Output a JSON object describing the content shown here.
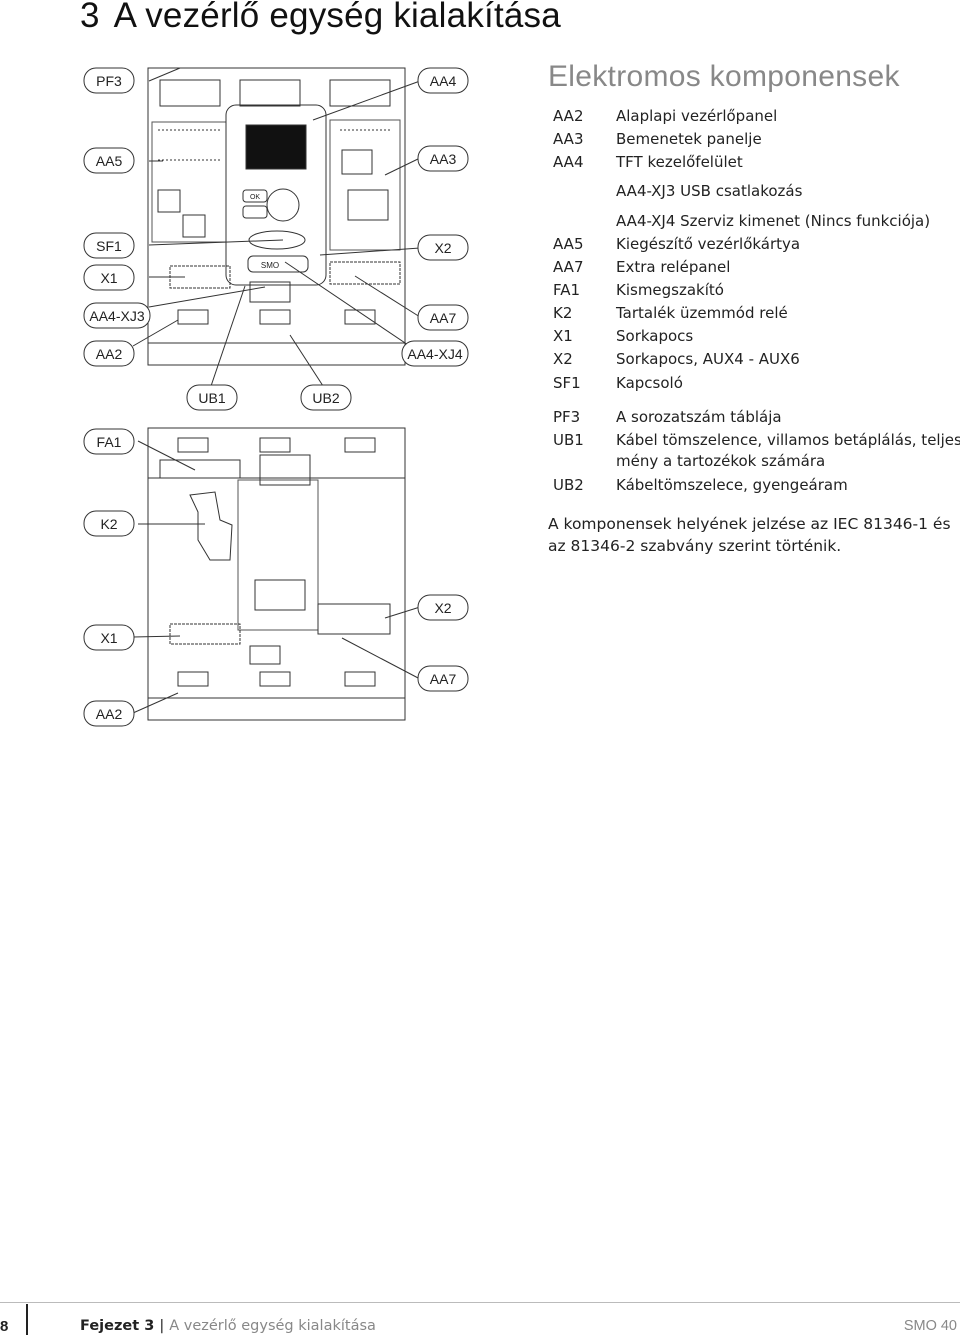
{
  "header": {
    "chapter_number": "3",
    "chapter_title": "A vezérlő egység kialakítása"
  },
  "diagram": {
    "callouts_left": [
      "PF3",
      "AA5",
      "SF1",
      "X1",
      "AA4-XJ3",
      "AA2",
      "FA1",
      "K2",
      "X1",
      "AA2"
    ],
    "callouts_right": [
      "AA4",
      "AA3",
      "X2",
      "AA7",
      "AA4-XJ4",
      "X2",
      "AA7"
    ],
    "callouts_bottom": [
      "UB1",
      "UB2"
    ],
    "device_labels": {
      "ok": "OK",
      "brand": "SMO"
    }
  },
  "section": {
    "heading": "Elektromos komponensek",
    "items": [
      {
        "code": "AA2",
        "desc": "Alaplapi vezérlőpanel"
      },
      {
        "code": "AA3",
        "desc": "Bemenetek panelje"
      },
      {
        "code": "AA4",
        "desc": "TFT kezelőfelület"
      },
      {
        "code": "",
        "desc": "AA4-XJ3 USB csatlakozás"
      },
      {
        "code": "",
        "desc": "AA4-XJ4 Szerviz kimenet (Nincs funkciója)"
      },
      {
        "code": "AA5",
        "desc": "Kiegészítő vezérlőkártya"
      },
      {
        "code": "AA7",
        "desc": "Extra relépanel"
      },
      {
        "code": "FA1",
        "desc": "Kismegszakító"
      },
      {
        "code": "K2",
        "desc": "Tartalék üzemmód relé"
      },
      {
        "code": "X1",
        "desc": "Sorkapocs"
      },
      {
        "code": "X2",
        "desc": "Sorkapocs, AUX4 - AUX6"
      },
      {
        "code": "SF1",
        "desc": "Kapcsoló"
      },
      {
        "code": "PF3",
        "desc": "A sorozatszám táblája"
      },
      {
        "code": "UB1",
        "desc": "Kábel tömszelence, villamos betáplálás, teljesít-"
      },
      {
        "code": "",
        "desc": "mény a tartozékok számára"
      },
      {
        "code": "UB2",
        "desc": "Kábeltömszelece, gyengeáram"
      }
    ],
    "note": "A komponensek helyének jelzése az IEC 81346-1 és az 81346-2 szabvány szerint történik."
  },
  "footer": {
    "page_number": "8",
    "chapter_label": "Fejezet 3",
    "separator": "|",
    "section_title": "A vezérlő egység kialakítása",
    "product": "SMO 40"
  }
}
